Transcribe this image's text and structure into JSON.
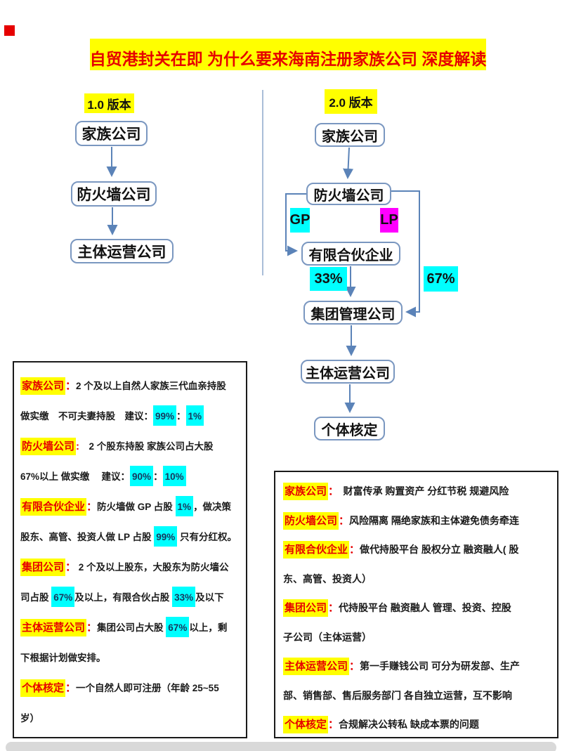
{
  "title": "自贸港封关在即  为什么要来海南注册家族公司  深度解读",
  "colors": {
    "highlight_yellow": "#ffff00",
    "highlight_cyan": "#00ffff",
    "highlight_magenta": "#ff00ff",
    "label_red": "#e60000",
    "connector_blue": "#5b83b8",
    "panel_border": "#1a1a1a",
    "bottom_bar_gray": "#d9d9d9"
  },
  "flow_v1": {
    "version_label": "1.0 版本",
    "family": "家族公司",
    "firewall": "防火墙公司",
    "operating": "主体运营公司"
  },
  "flow_v2": {
    "version_label": "2.0 版本",
    "family": "家族公司",
    "firewall": "防火墙公司",
    "gp": "GP",
    "lp": "LP",
    "partnership": "有限合伙企业",
    "share_33": "33%",
    "share_67": "67%",
    "group": "集团管理公司",
    "operating": "主体运营公司",
    "individual": "个体核定"
  },
  "left_panel": {
    "lines": [
      [
        {
          "t": "label",
          "s": "家族公司"
        },
        {
          "t": "col",
          "s": "："
        },
        {
          "t": "txt",
          "s": "2 个及以上自然人家族三代血亲持股"
        }
      ],
      [
        {
          "t": "txt",
          "s": "做实缴　不可夫妻持股　建议："
        },
        {
          "t": "pct",
          "s": "99%"
        },
        {
          "t": "txt",
          "s": "："
        },
        {
          "t": "pct",
          "s": "1%"
        }
      ],
      [
        {
          "t": "label",
          "s": "防火墙公司"
        },
        {
          "t": "col",
          "s": ":"
        },
        {
          "t": "txt",
          "s": "　2 个股东持股 家族公司占大股"
        }
      ],
      [
        {
          "t": "txt",
          "s": "67%以上 做实缴　 建议："
        },
        {
          "t": "pct",
          "s": "90%"
        },
        {
          "t": "txt",
          "s": "："
        },
        {
          "t": "pct",
          "s": "10%"
        }
      ],
      [
        {
          "t": "label",
          "s": "有限合伙企业"
        },
        {
          "t": "col",
          "s": "："
        },
        {
          "t": "txt",
          "s": "防火墙做 GP 占股 "
        },
        {
          "t": "pct",
          "s": "1%"
        },
        {
          "t": "txt",
          "s": "，做决策"
        }
      ],
      [
        {
          "t": "txt",
          "s": "股东、高管、投资人做 LP 占股 "
        },
        {
          "t": "pct",
          "s": "99%"
        },
        {
          "t": "txt",
          "s": " 只有分红权。"
        }
      ],
      [
        {
          "t": "label",
          "s": "集团公司"
        },
        {
          "t": "col",
          "s": "："
        },
        {
          "t": "txt",
          "s": " 2 个及以上股东，大股东为防火墙公"
        }
      ],
      [
        {
          "t": "txt",
          "s": "司占股 "
        },
        {
          "t": "pct",
          "s": "67%"
        },
        {
          "t": "txt",
          "s": "及以上，有限合伙占股 "
        },
        {
          "t": "pct",
          "s": "33%"
        },
        {
          "t": "txt",
          "s": "及以下"
        }
      ],
      [
        {
          "t": "label",
          "s": "主体运营公司"
        },
        {
          "t": "col",
          "s": "："
        },
        {
          "t": "txt",
          "s": "集团公司占大股 "
        },
        {
          "t": "pct",
          "s": "67%"
        },
        {
          "t": "txt",
          "s": "以上，剩"
        }
      ],
      [
        {
          "t": "txt",
          "s": "下根据计划做安排。"
        }
      ],
      [
        {
          "t": "label",
          "s": "个体核定"
        },
        {
          "t": "col",
          "s": "："
        },
        {
          "t": "txt",
          "s": "一个自然人即可注册（年龄 25~55"
        }
      ],
      [
        {
          "t": "txt",
          "s": "岁）"
        }
      ]
    ]
  },
  "right_panel": {
    "lines": [
      [
        {
          "t": "label",
          "s": "家族公司"
        },
        {
          "t": "col",
          "s": "："
        },
        {
          "t": "txt",
          "s": "　财富传承 购置资产 分红节税 规避风险"
        }
      ],
      [
        {
          "t": "label",
          "s": "防火墙公司"
        },
        {
          "t": "col",
          "s": "："
        },
        {
          "t": "txt",
          "s": "风险隔离 隔绝家族和主体避免债务牵连"
        }
      ],
      [
        {
          "t": "label",
          "s": "有限合伙企业"
        },
        {
          "t": "col",
          "s": "："
        },
        {
          "t": "txt",
          "s": "做代持股平台 股权分立 融资融人( 股"
        }
      ],
      [
        {
          "t": "txt",
          "s": "东、高管、投资人）"
        }
      ],
      [
        {
          "t": "label",
          "s": "集团公司"
        },
        {
          "t": "col",
          "s": "："
        },
        {
          "t": "txt",
          "s": "代持股平台 融资融人 管理、投资、控股"
        }
      ],
      [
        {
          "t": "txt",
          "s": "子公司（主体运营）"
        }
      ],
      [
        {
          "t": "label",
          "s": "主体运营公司"
        },
        {
          "t": "col",
          "s": "："
        },
        {
          "t": "txt",
          "s": "第一手赚钱公司 可分为研发部、生产"
        }
      ],
      [
        {
          "t": "txt",
          "s": "部、销售部、售后服务部门 各自独立运营，互不影响"
        }
      ],
      [
        {
          "t": "label",
          "s": "个体核定"
        },
        {
          "t": "col",
          "s": "："
        },
        {
          "t": "txt",
          "s": "合规解决公转私 缺成本票的问题"
        }
      ]
    ]
  }
}
